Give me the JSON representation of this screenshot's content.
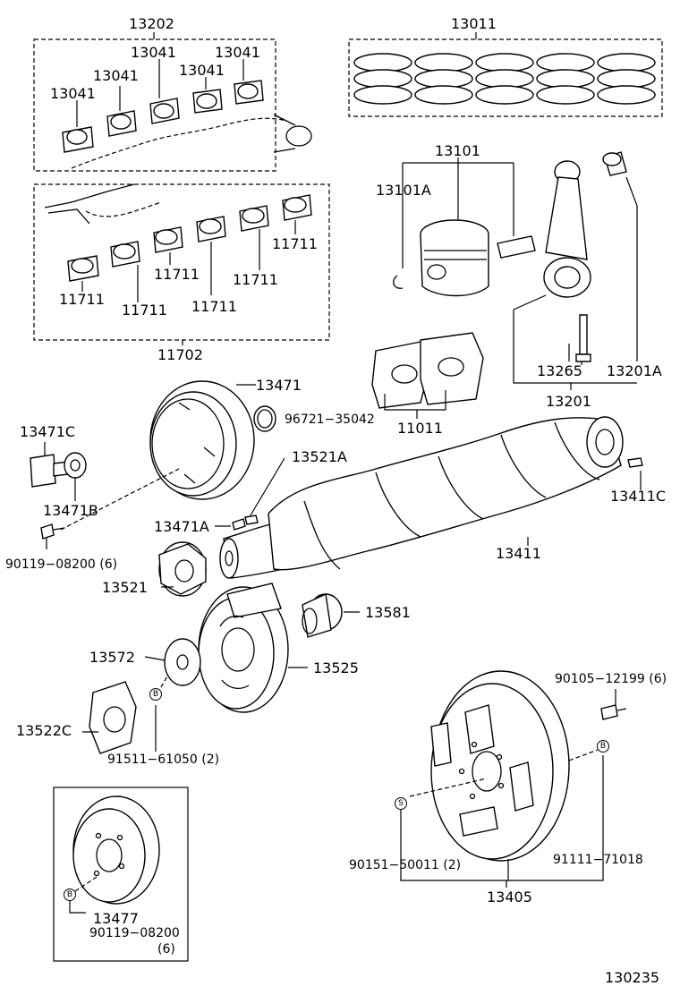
{
  "diagram_id": "130235",
  "labels": {
    "p13202": "13202",
    "p13041_a": "13041",
    "p13041_b": "13041",
    "p13041_c": "13041",
    "p13041_d": "13041",
    "p13011": "13011",
    "p13101": "13101",
    "p13101A": "13101A",
    "p11711_a": "11711",
    "p11711_b": "11711",
    "p11711_c": "11711",
    "p11711_d": "11711",
    "p11711_e": "11711",
    "p11711_f": "11711",
    "p11702": "11702",
    "p13471": "13471",
    "p96721": "96721−35042",
    "p11011": "11011",
    "p13265": "13265",
    "p13201A": "13201A",
    "p13201": "13201",
    "p13471C": "13471C",
    "p13471B": "13471B",
    "p13521A": "13521A",
    "p13411C": "13411C",
    "p13471A": "13471A",
    "p90119_a": "90119−08200 (6)",
    "p13411": "13411",
    "p13521": "13521",
    "p13581": "13581",
    "p13572": "13572",
    "p13525": "13525",
    "p90105": "90105−12199 (6)",
    "p13522C": "13522C",
    "p91511": "91511−61050 (2)",
    "p13477": "13477",
    "p90119_b": "90119−08200",
    "p90119_b_qty": "(6)",
    "p90151": "90151−50011 (2)",
    "p91111": "91111−71018",
    "p13405": "13405"
  },
  "markers": {
    "b": "B",
    "s": "S"
  }
}
